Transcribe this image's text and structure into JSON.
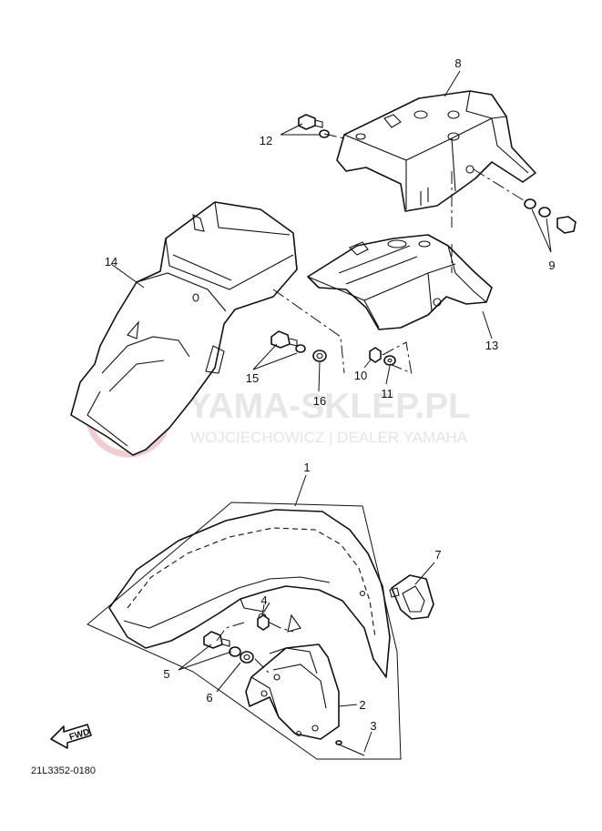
{
  "diagram": {
    "code": "21L3352-0180",
    "fwd_label": "FWD",
    "callouts": {
      "p1": "1",
      "p2": "2",
      "p3": "3",
      "p4": "4",
      "p5": "5",
      "p6": "6",
      "p7": "7",
      "p8": "8",
      "p9": "9",
      "p10": "10",
      "p11": "11",
      "p12": "12",
      "p13": "13",
      "p14": "14",
      "p15": "15",
      "p16": "16"
    }
  },
  "watermark": {
    "title": "YAMA-SKLEP.PL",
    "subtitle": "WOJCIECHOWICZ | DEALER YAMAHA",
    "color": "#e8a6a6"
  }
}
